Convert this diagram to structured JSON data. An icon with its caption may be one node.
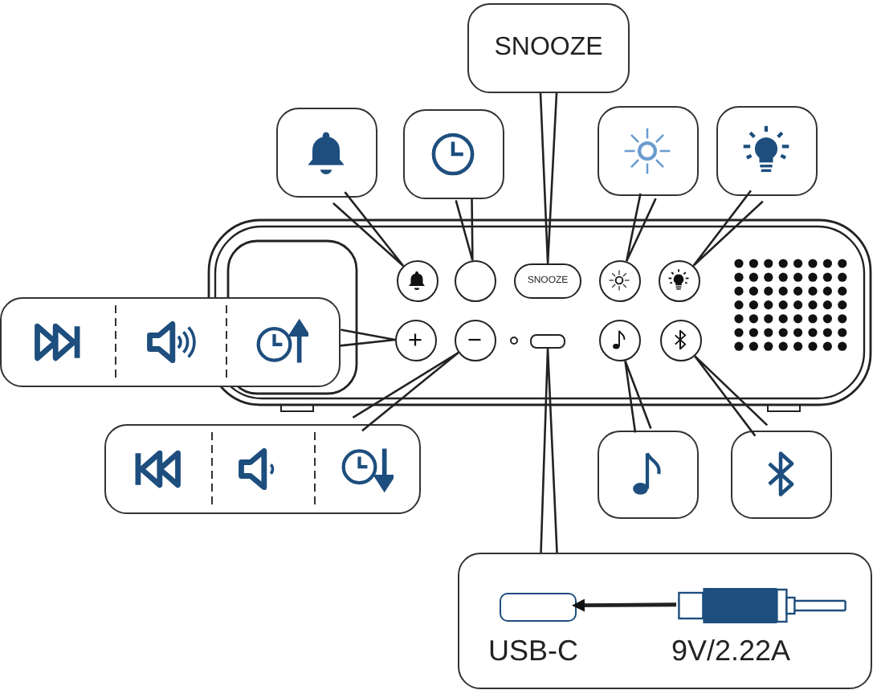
{
  "diagram": {
    "nodes": [
      {
        "text": [],
        "shape": "box"
      },
      {
        "text": [],
        "shape": "box"
      },
      {
        "text": [
          "SNOOZE"
        ]
      },
      {
        "text": [],
        "shape": "box"
      },
      {
        "text": [],
        "shape": "box"
      },
      {
        "text": [],
        "shape": "circle"
      },
      {
        "text": [],
        "shape": "circle"
      },
      {
        "text": [
          "SNOOZE"
        ]
      },
      {
        "text": [],
        "shape": "circle"
      },
      {
        "text": [],
        "shape": "circle"
      },
      {
        "text": [],
        "shape": "box"
      },
      {
        "text": [],
        "shape": "circle"
      },
      {
        "text": [],
        "shape": "circle"
      },
      {
        "text": [],
        "shape": "box"
      },
      {
        "text": [],
        "shape": "circle"
      },
      {
        "text": [],
        "shape": "circle"
      },
      {
        "text": [],
        "shape": "box"
      },
      {
        "text": [],
        "shape": "box"
      },
      {
        "text": [],
        "shape": "box"
      },
      {
        "text": [],
        "shape": "box"
      },
      {
        "text": [],
        "shape": "box",
        "in": 19,
        "beside": [
          "USB-C"
        ]
      },
      {
        "text": [],
        "shape": "cylinder",
        "in": 19,
        "beside": [
          "9V/2.22A"
        ]
      }
    ],
    "edges": [
      {
        "from": 0,
        "to": 5,
        "arrow": "none"
      },
      {
        "from": 1,
        "to": 6,
        "arrow": "none"
      },
      {
        "from": 2,
        "to": 7,
        "arrow": "none"
      },
      {
        "from": 3,
        "to": 8,
        "arrow": "none"
      },
      {
        "from": 4,
        "to": 9,
        "arrow": "none"
      },
      {
        "from": 10,
        "to": 11,
        "arrow": "none"
      },
      {
        "from": 16,
        "to": 12,
        "arrow": "none"
      },
      {
        "from": 19,
        "to": 13,
        "arrow": "none"
      },
      {
        "from": 17,
        "to": 14,
        "arrow": "none"
      },
      {
        "from": 18,
        "to": 15,
        "arrow": "none"
      },
      {
        "from": 21,
        "to": 20,
        "arrow": "to"
      }
    ]
  }
}
